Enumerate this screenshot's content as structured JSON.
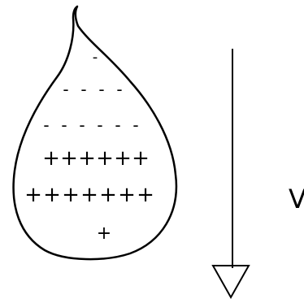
{
  "diagram": {
    "rows": [
      {
        "symbol": "-",
        "count": 1
      },
      {
        "symbol": "-",
        "count": 4
      },
      {
        "symbol": "-",
        "count": 6
      },
      {
        "symbol": "+",
        "count": 6
      },
      {
        "symbol": "+",
        "count": 7
      },
      {
        "symbol": "+",
        "count": 1
      }
    ],
    "arrow_label": "V",
    "stroke_color": "#000000",
    "background_color": "#ffffff"
  }
}
